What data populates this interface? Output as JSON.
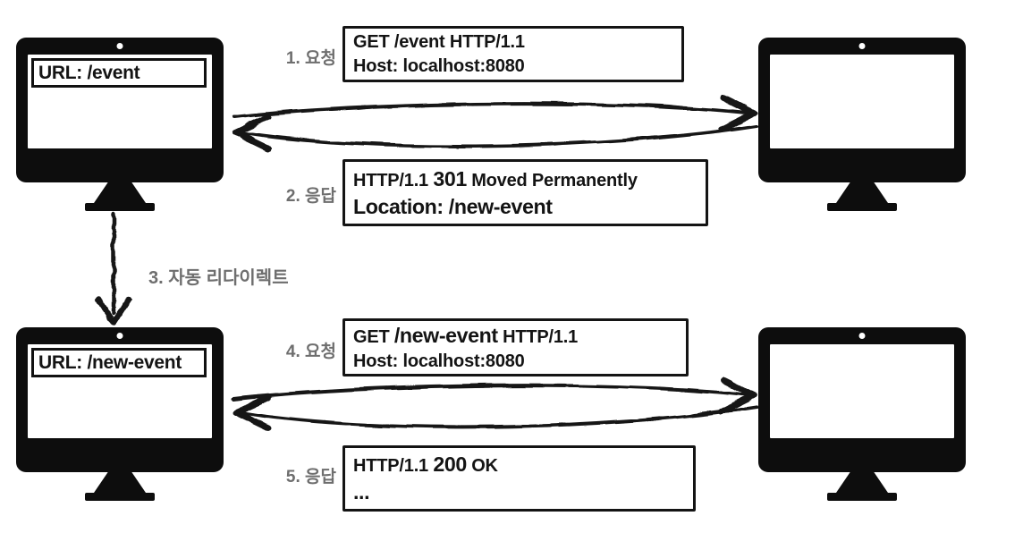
{
  "diagram": {
    "background_color": "#ffffff",
    "ink_color": "#141414",
    "label_color": "#6e6e6e",
    "clients": {
      "top": {
        "url_label": "URL: /event"
      },
      "bottom": {
        "url_label": "URL: /new-event"
      }
    },
    "icons": {
      "client_top": "desktop-monitor-icon",
      "client_bottom": "desktop-monitor-icon",
      "server_top": "desktop-monitor-icon",
      "server_bottom": "desktop-monitor-icon",
      "request_arrows": "double-curved-arrow-icon",
      "redirect_arrow": "down-arrow-icon"
    },
    "steps": [
      {
        "label": "1. 요청",
        "message_lines": [
          [
            {
              "t": "GET /event HTTP/1.1"
            }
          ],
          [
            {
              "t": "Host: localhost:8080"
            }
          ]
        ]
      },
      {
        "label": "2. 응답",
        "message_lines": [
          [
            {
              "t": "HTTP/1.1 "
            },
            {
              "t": "301",
              "em": true
            },
            {
              "t": " Moved Permanently"
            }
          ],
          [
            {
              "t": "Location: /new-event",
              "em": true
            }
          ]
        ]
      },
      {
        "label": "3. 자동 리다이렉트"
      },
      {
        "label": "4. 요청",
        "message_lines": [
          [
            {
              "t": "GET "
            },
            {
              "t": "/new-event",
              "em": true
            },
            {
              "t": " HTTP/1.1"
            }
          ],
          [
            {
              "t": "Host: localhost:8080"
            }
          ]
        ]
      },
      {
        "label": "5. 응답",
        "message_lines": [
          [
            {
              "t": "HTTP/1.1 "
            },
            {
              "t": "200",
              "em": true
            },
            {
              "t": " OK"
            }
          ],
          [
            {
              "t": "...",
              "em": true
            }
          ]
        ]
      }
    ]
  }
}
